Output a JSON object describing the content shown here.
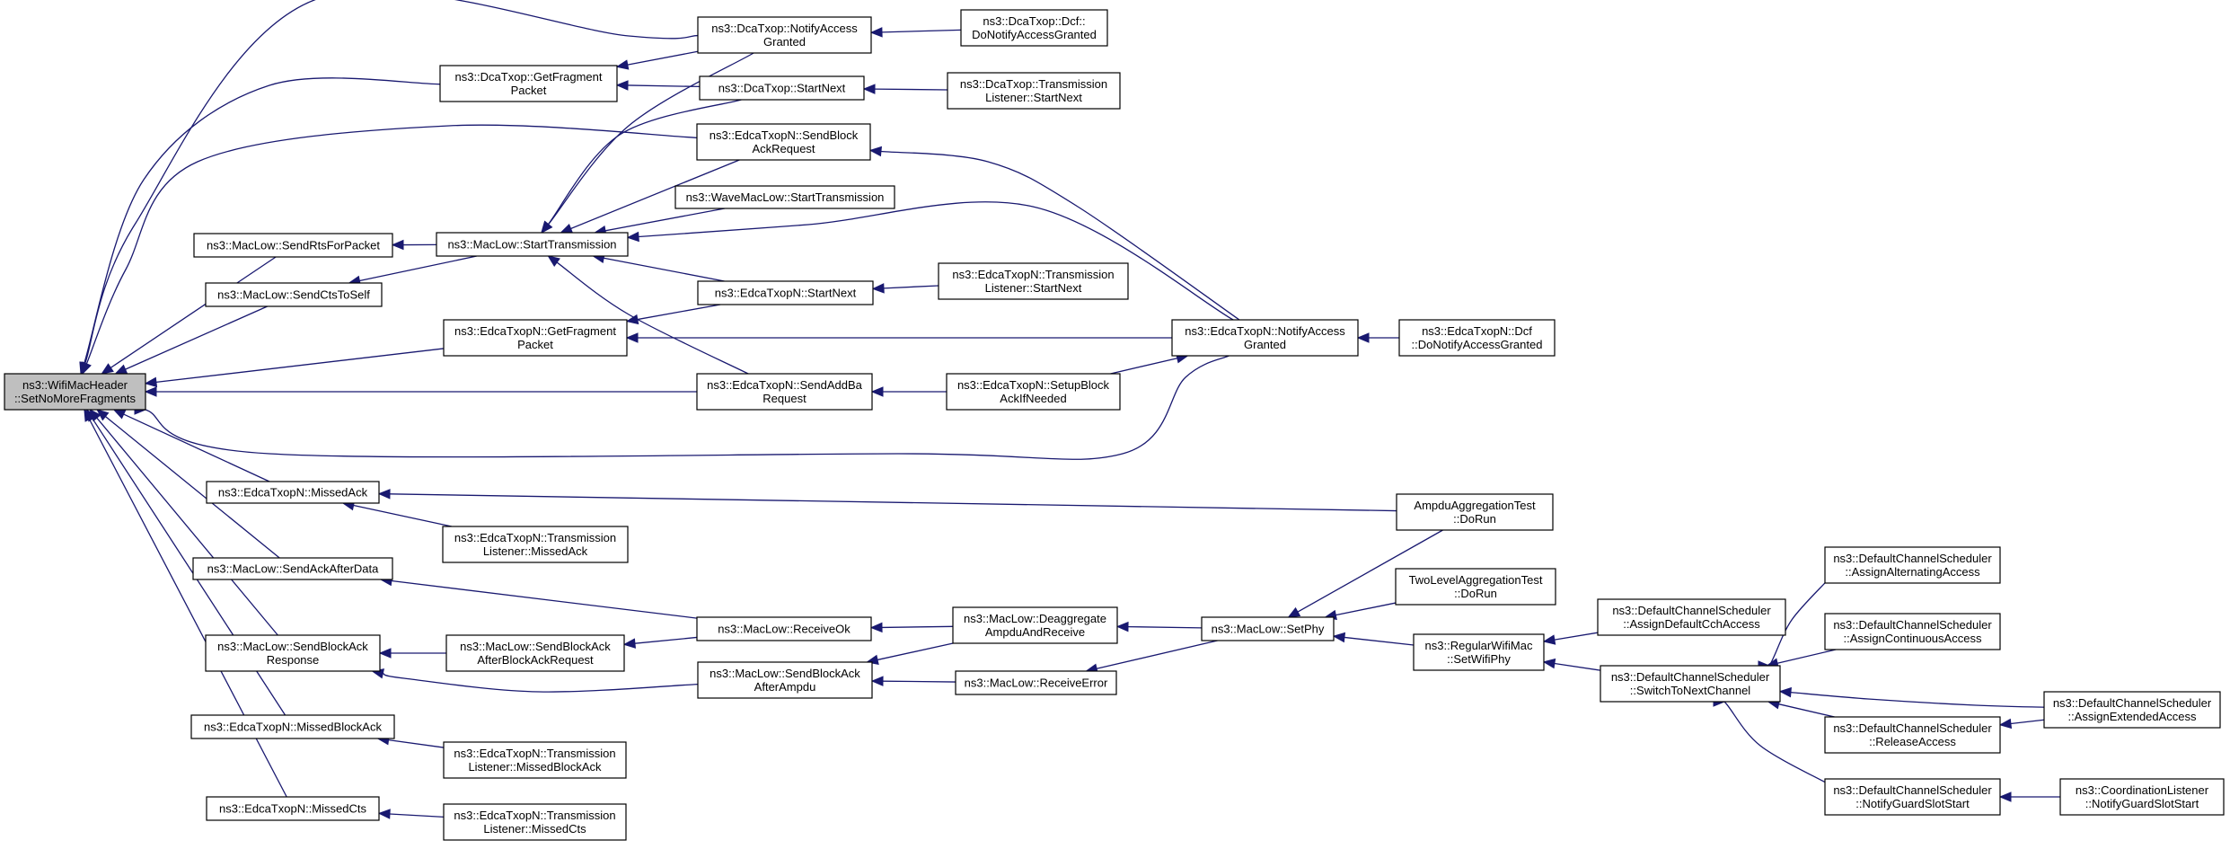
{
  "diagram": {
    "kind": "doxygen caller graph",
    "colors": {
      "edge": "#191970",
      "node_border": "#000000",
      "root_fill": "#bfbfbf",
      "node_fill": "#ffffff"
    },
    "nodes": [
      {
        "id": "root",
        "lines": [
          "ns3::WifiMacHeader",
          "::SetNoMoreFragments"
        ]
      },
      {
        "id": "dca_notify",
        "lines": [
          "ns3::DcaTxop::NotifyAccess",
          "Granted"
        ]
      },
      {
        "id": "dca_dcf_notify",
        "lines": [
          "ns3::DcaTxop::Dcf::",
          "DoNotifyAccessGranted"
        ]
      },
      {
        "id": "dca_getfrag",
        "lines": [
          "ns3::DcaTxop::GetFragment",
          "Packet"
        ]
      },
      {
        "id": "dca_startnext",
        "lines": [
          "ns3::DcaTxop::StartNext"
        ]
      },
      {
        "id": "dca_tl_startnext",
        "lines": [
          "ns3::DcaTxop::Transmission",
          "Listener::StartNext"
        ]
      },
      {
        "id": "edca_sendblockack",
        "lines": [
          "ns3::EdcaTxopN::SendBlock",
          "AckRequest"
        ]
      },
      {
        "id": "wave_start",
        "lines": [
          "ns3::WaveMacLow::StartTransmission"
        ]
      },
      {
        "id": "sendrts",
        "lines": [
          "ns3::MacLow::SendRtsForPacket"
        ]
      },
      {
        "id": "start_tx",
        "lines": [
          "ns3::MacLow::StartTransmission"
        ]
      },
      {
        "id": "sendcts",
        "lines": [
          "ns3::MacLow::SendCtsToSelf"
        ]
      },
      {
        "id": "edca_startnext",
        "lines": [
          "ns3::EdcaTxopN::StartNext"
        ]
      },
      {
        "id": "edca_tl_startnext",
        "lines": [
          "ns3::EdcaTxopN::Transmission",
          "Listener::StartNext"
        ]
      },
      {
        "id": "edca_getfrag",
        "lines": [
          "ns3::EdcaTxopN::GetFragment",
          "Packet"
        ]
      },
      {
        "id": "edca_notify",
        "lines": [
          "ns3::EdcaTxopN::NotifyAccess",
          "Granted"
        ]
      },
      {
        "id": "edca_dcf_notify",
        "lines": [
          "ns3::EdcaTxopN::Dcf",
          "::DoNotifyAccessGranted"
        ]
      },
      {
        "id": "edca_sendaddba",
        "lines": [
          "ns3::EdcaTxopN::SendAddBa",
          "Request"
        ]
      },
      {
        "id": "edca_setupblockack",
        "lines": [
          "ns3::EdcaTxopN::SetupBlock",
          "AckIfNeeded"
        ]
      },
      {
        "id": "edca_missedack",
        "lines": [
          "ns3::EdcaTxopN::MissedAck"
        ]
      },
      {
        "id": "ampdu_test",
        "lines": [
          "AmpduAggregationTest",
          "::DoRun"
        ]
      },
      {
        "id": "edca_tl_missedack",
        "lines": [
          "ns3::EdcaTxopN::Transmission",
          "Listener::MissedAck"
        ]
      },
      {
        "id": "sendackafterdata",
        "lines": [
          "ns3::MacLow::SendAckAfterData"
        ]
      },
      {
        "id": "twolevel_test",
        "lines": [
          "TwoLevelAggregationTest",
          "::DoRun"
        ]
      },
      {
        "id": "receiveok",
        "lines": [
          "ns3::MacLow::ReceiveOk"
        ]
      },
      {
        "id": "deaggregate",
        "lines": [
          "ns3::MacLow::Deaggregate",
          "AmpduAndReceive"
        ]
      },
      {
        "id": "setphy",
        "lines": [
          "ns3::MacLow::SetPhy"
        ]
      },
      {
        "id": "sendblockackresp",
        "lines": [
          "ns3::MacLow::SendBlockAck",
          "Response"
        ]
      },
      {
        "id": "sendblockack_afterreq",
        "lines": [
          "ns3::MacLow::SendBlockAck",
          "AfterBlockAckRequest"
        ]
      },
      {
        "id": "sendblockack_afterampdu",
        "lines": [
          "ns3::MacLow::SendBlockAck",
          "AfterAmpdu"
        ]
      },
      {
        "id": "receiveerror",
        "lines": [
          "ns3::MacLow::ReceiveError"
        ]
      },
      {
        "id": "regular_setwifiphy",
        "lines": [
          "ns3::RegularWifiMac",
          "::SetWifiPhy"
        ]
      },
      {
        "id": "sched_default_cch",
        "lines": [
          "ns3::DefaultChannelScheduler",
          "::AssignDefaultCchAccess"
        ]
      },
      {
        "id": "sched_switch",
        "lines": [
          "ns3::DefaultChannelScheduler",
          "::SwitchToNextChannel"
        ]
      },
      {
        "id": "sched_alternating",
        "lines": [
          "ns3::DefaultChannelScheduler",
          "::AssignAlternatingAccess"
        ]
      },
      {
        "id": "sched_continuous",
        "lines": [
          "ns3::DefaultChannelScheduler",
          "::AssignContinuousAccess"
        ]
      },
      {
        "id": "sched_extended",
        "lines": [
          "ns3::DefaultChannelScheduler",
          "::AssignExtendedAccess"
        ]
      },
      {
        "id": "sched_release",
        "lines": [
          "ns3::DefaultChannelScheduler",
          "::ReleaseAccess"
        ]
      },
      {
        "id": "sched_guard",
        "lines": [
          "ns3::DefaultChannelScheduler",
          "::NotifyGuardSlotStart"
        ]
      },
      {
        "id": "coord_guard",
        "lines": [
          "ns3::CoordinationListener",
          "::NotifyGuardSlotStart"
        ]
      },
      {
        "id": "edca_missedblockack",
        "lines": [
          "ns3::EdcaTxopN::MissedBlockAck"
        ]
      },
      {
        "id": "edca_tl_missedblockack",
        "lines": [
          "ns3::EdcaTxopN::Transmission",
          "Listener::MissedBlockAck"
        ]
      },
      {
        "id": "edca_missedcts",
        "lines": [
          "ns3::EdcaTxopN::MissedCts"
        ]
      },
      {
        "id": "edca_tl_missedcts",
        "lines": [
          "ns3::EdcaTxopN::Transmission",
          "Listener::MissedCts"
        ]
      }
    ],
    "edges": [
      {
        "from": "dca_notify",
        "to": "root"
      },
      {
        "from": "dca_dcf_notify",
        "to": "dca_notify"
      },
      {
        "from": "dca_getfrag",
        "to": "root"
      },
      {
        "from": "dca_notify",
        "to": "dca_getfrag"
      },
      {
        "from": "dca_startnext",
        "to": "dca_getfrag"
      },
      {
        "from": "dca_tl_startnext",
        "to": "dca_startnext"
      },
      {
        "from": "edca_sendblockack",
        "to": "root"
      },
      {
        "from": "edca_notify",
        "to": "edca_sendblockack"
      },
      {
        "from": "sendrts",
        "to": "root"
      },
      {
        "from": "start_tx",
        "to": "sendrts"
      },
      {
        "from": "sendcts",
        "to": "root"
      },
      {
        "from": "start_tx",
        "to": "sendcts"
      },
      {
        "from": "dca_notify",
        "to": "start_tx"
      },
      {
        "from": "dca_startnext",
        "to": "start_tx"
      },
      {
        "from": "edca_sendblockack",
        "to": "start_tx"
      },
      {
        "from": "wave_start",
        "to": "start_tx"
      },
      {
        "from": "edca_notify",
        "to": "start_tx"
      },
      {
        "from": "edca_startnext",
        "to": "start_tx"
      },
      {
        "from": "edca_sendaddba",
        "to": "start_tx"
      },
      {
        "from": "edca_getfrag",
        "to": "root"
      },
      {
        "from": "edca_startnext",
        "to": "edca_getfrag"
      },
      {
        "from": "edca_notify",
        "to": "edca_getfrag"
      },
      {
        "from": "edca_tl_startnext",
        "to": "edca_startnext"
      },
      {
        "from": "edca_dcf_notify",
        "to": "edca_notify"
      },
      {
        "from": "edca_sendaddba",
        "to": "root"
      },
      {
        "from": "edca_setupblockack",
        "to": "edca_sendaddba"
      },
      {
        "from": "edca_setupblockack",
        "to": "edca_notify"
      },
      {
        "from": "edca_notify",
        "to": "root"
      },
      {
        "from": "edca_missedack",
        "to": "root"
      },
      {
        "from": "ampdu_test",
        "to": "edca_missedack"
      },
      {
        "from": "edca_tl_missedack",
        "to": "edca_missedack"
      },
      {
        "from": "sendackafterdata",
        "to": "root"
      },
      {
        "from": "receiveok",
        "to": "sendackafterdata"
      },
      {
        "from": "sendblockackresp",
        "to": "root"
      },
      {
        "from": "sendblockack_afterreq",
        "to": "sendblockackresp"
      },
      {
        "from": "sendblockack_afterampdu",
        "to": "sendblockackresp"
      },
      {
        "from": "receiveok",
        "to": "sendblockack_afterreq"
      },
      {
        "from": "deaggregate",
        "to": "receiveok"
      },
      {
        "from": "deaggregate",
        "to": "sendblockack_afterampdu"
      },
      {
        "from": "receiveerror",
        "to": "sendblockack_afterampdu"
      },
      {
        "from": "setphy",
        "to": "deaggregate"
      },
      {
        "from": "setphy",
        "to": "receiveerror"
      },
      {
        "from": "ampdu_test",
        "to": "setphy"
      },
      {
        "from": "twolevel_test",
        "to": "setphy"
      },
      {
        "from": "regular_setwifiphy",
        "to": "setphy"
      },
      {
        "from": "sched_default_cch",
        "to": "regular_setwifiphy"
      },
      {
        "from": "sched_switch",
        "to": "regular_setwifiphy"
      },
      {
        "from": "sched_alternating",
        "to": "sched_switch"
      },
      {
        "from": "sched_continuous",
        "to": "sched_switch"
      },
      {
        "from": "sched_extended",
        "to": "sched_switch"
      },
      {
        "from": "sched_release",
        "to": "sched_switch"
      },
      {
        "from": "sched_guard",
        "to": "sched_switch"
      },
      {
        "from": "sched_extended",
        "to": "sched_release"
      },
      {
        "from": "coord_guard",
        "to": "sched_guard"
      },
      {
        "from": "edca_missedblockack",
        "to": "root"
      },
      {
        "from": "edca_tl_missedblockack",
        "to": "edca_missedblockack"
      },
      {
        "from": "edca_missedcts",
        "to": "root"
      },
      {
        "from": "edca_tl_missedcts",
        "to": "edca_missedcts"
      }
    ]
  }
}
